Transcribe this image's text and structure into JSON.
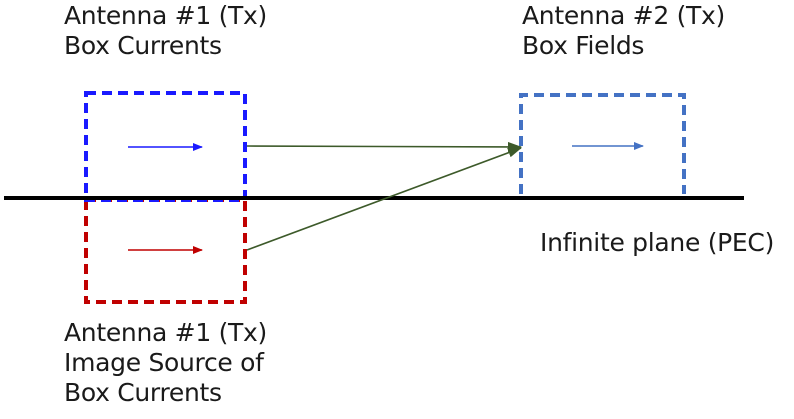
{
  "labels": {
    "antenna1_tx": {
      "line1": "Antenna #1 (Tx)",
      "line2": "Box Currents"
    },
    "antenna2_tx": {
      "line1": "Antenna #2 (Tx)",
      "line2": "Box Fields"
    },
    "plane": "Infinite plane (PEC)",
    "image_source": {
      "line1": "Antenna #1 (Tx)",
      "line2": "Image Source of",
      "line3": "Box Currents"
    }
  },
  "colors": {
    "antenna1_box": "#1a1aff",
    "antenna2_box": "#4472c4",
    "image_box": "#c00000",
    "ray": "#3d5a2a",
    "plane": "#000000",
    "text": "#1a1a1a"
  }
}
